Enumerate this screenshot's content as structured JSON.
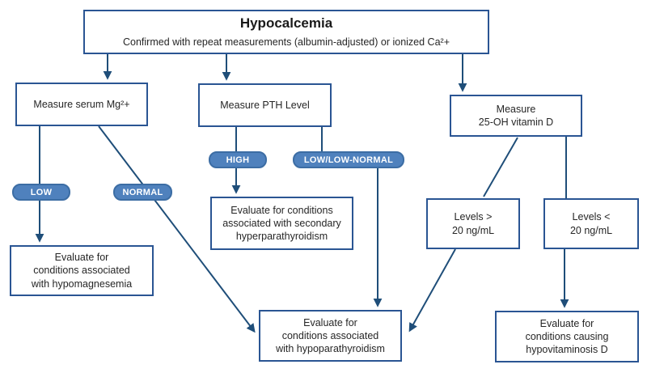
{
  "diagram": {
    "title": "Hypocalcemia",
    "subtitle": "Confirmed with repeat measurements (albumin-adjusted) or ionized Ca²+",
    "nodes": {
      "measure_mg": "Measure serum Mg²+",
      "measure_pth": "Measure PTH Level",
      "measure_vitd": "Measure\n25-OH vitamin D",
      "eval_hypomagnesemia": "Evaluate for\nconditions associated\nwith hypomagnesemia",
      "eval_secondary_hyperparathyroidism": "Evaluate for conditions\nassociated with secondary\nhyperparathyroidism",
      "levels_above": "Levels >\n20 ng/mL",
      "levels_below": "Levels <\n20 ng/mL",
      "eval_hypoparathyroidism": "Evaluate for\nconditions associated\nwith hypoparathyroidism",
      "eval_hypovitaminosis": "Evaluate for\nconditions causing\nhypovitaminosis D"
    },
    "branch_labels": {
      "low": "LOW",
      "normal": "NORMAL",
      "high": "HIGH",
      "low_normal": "LOW/LOW-NORMAL"
    },
    "colors": {
      "line": "#1f4e79",
      "box_border": "#2a5593",
      "pill_fill": "#4f81bd",
      "pill_border": "#3c6da4",
      "pill_text": "#ffffff",
      "text": "#262626",
      "background": "#ffffff"
    }
  }
}
